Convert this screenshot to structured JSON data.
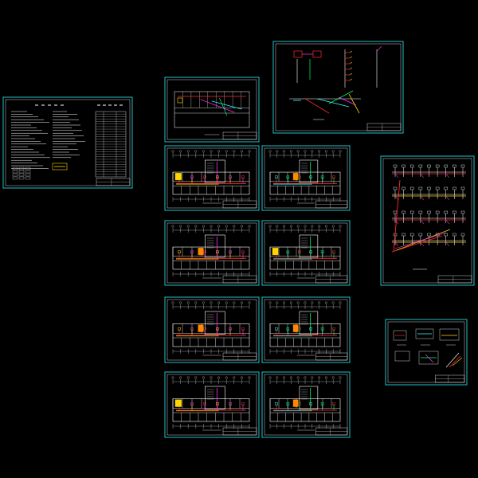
{
  "canvas": {
    "background": "#000000"
  },
  "colors": {
    "frame": "#21c1c8",
    "white": "#ffffff",
    "red": "#ff2a2a",
    "yellow": "#ffd400",
    "green": "#00ff66",
    "magenta": "#ff33ff",
    "cyan": "#33ffff",
    "blue": "#3b6bff",
    "orange": "#ff8a00"
  },
  "sheets": [
    {
      "id": "sheet-design-notes",
      "kind": "notes"
    },
    {
      "id": "sheet-floor-plan-small",
      "kind": "plan-small"
    },
    {
      "id": "sheet-riser-diagram-1",
      "kind": "riser"
    },
    {
      "id": "sheet-floor-plan-1a",
      "kind": "plan"
    },
    {
      "id": "sheet-floor-plan-1b",
      "kind": "plan"
    },
    {
      "id": "sheet-floor-plan-2a",
      "kind": "plan"
    },
    {
      "id": "sheet-floor-plan-2b",
      "kind": "plan"
    },
    {
      "id": "sheet-floor-plan-3a",
      "kind": "plan"
    },
    {
      "id": "sheet-floor-plan-3b",
      "kind": "plan"
    },
    {
      "id": "sheet-floor-plan-4a",
      "kind": "plan"
    },
    {
      "id": "sheet-floor-plan-4b",
      "kind": "plan"
    },
    {
      "id": "sheet-system-diagram",
      "kind": "system"
    },
    {
      "id": "sheet-details",
      "kind": "details"
    }
  ]
}
